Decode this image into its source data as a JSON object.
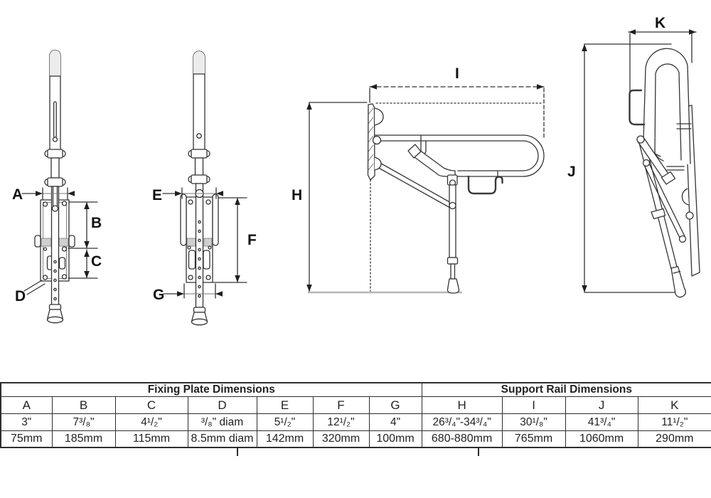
{
  "drawing": {
    "description": "Fold-down support rail technical drawing, four views",
    "dim_labels": {
      "A": "A",
      "B": "B",
      "C": "C",
      "D": "D",
      "E": "E",
      "F": "F",
      "G": "G",
      "H": "H",
      "I": "I",
      "J": "J",
      "K": "K"
    }
  },
  "table": {
    "group_headers": {
      "fixing": "Fixing Plate Dimensions",
      "rail": "Support Rail Dimensions"
    },
    "letters": [
      "A",
      "B",
      "C",
      "D",
      "E",
      "F",
      "G",
      "H",
      "I",
      "J",
      "K"
    ],
    "inches": [
      "3\"",
      "7³/₈\"",
      "4¹/₂\"",
      "³/₈\" diam",
      "5¹/₂\"",
      "12¹/₂\"",
      "4\"",
      "26³/₄\"-34³/₄\"",
      "30¹/₈\"",
      "41³/₄\"",
      "11¹/₂\""
    ],
    "mm": [
      "75mm",
      "185mm",
      "115mm",
      "8.5mm diam",
      "142mm",
      "320mm",
      "100mm",
      "680-880mm",
      "765mm",
      "1060mm",
      "290mm"
    ]
  },
  "colors": {
    "line": "#333333",
    "clamp_gray": "#cfcfcf",
    "floor_gray": "#b5b5b5"
  }
}
